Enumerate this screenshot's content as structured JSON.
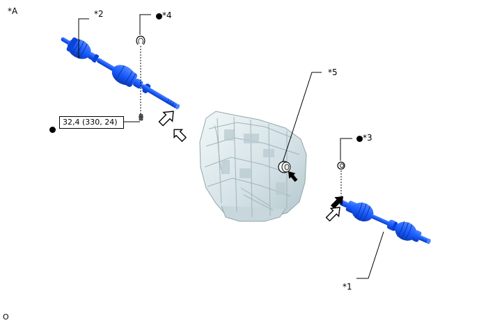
{
  "diagram": {
    "view_label": "*A",
    "footer_code": "O",
    "callouts": [
      {
        "id": "1",
        "label": "*1",
        "component": "front drive shaft assembly (left side)"
      },
      {
        "id": "2",
        "label": "*2",
        "component": "front drive shaft assembly (right side)"
      },
      {
        "id": "3",
        "label": "*3",
        "component": "snap ring",
        "non_reusable": true
      },
      {
        "id": "4",
        "label": "*4",
        "component": "snap ring",
        "non_reusable": true
      },
      {
        "id": "5",
        "label": "*5",
        "component": "oil seal"
      }
    ],
    "torque_spec": {
      "text": "32,4 (330, 24)",
      "non_reusable_marker": true
    },
    "symbols": {
      "non_reusable_part": "black-dot",
      "install_direction": "outline-arrow",
      "insert_point": "black-arrow"
    },
    "colors": {
      "drive_shaft": "#1a5cff",
      "drive_shaft_dark": "#0a3fd1",
      "transaxle": "#dbe7ea",
      "transaxle_shadow": "#a9bcc2",
      "line": "#000000"
    }
  }
}
